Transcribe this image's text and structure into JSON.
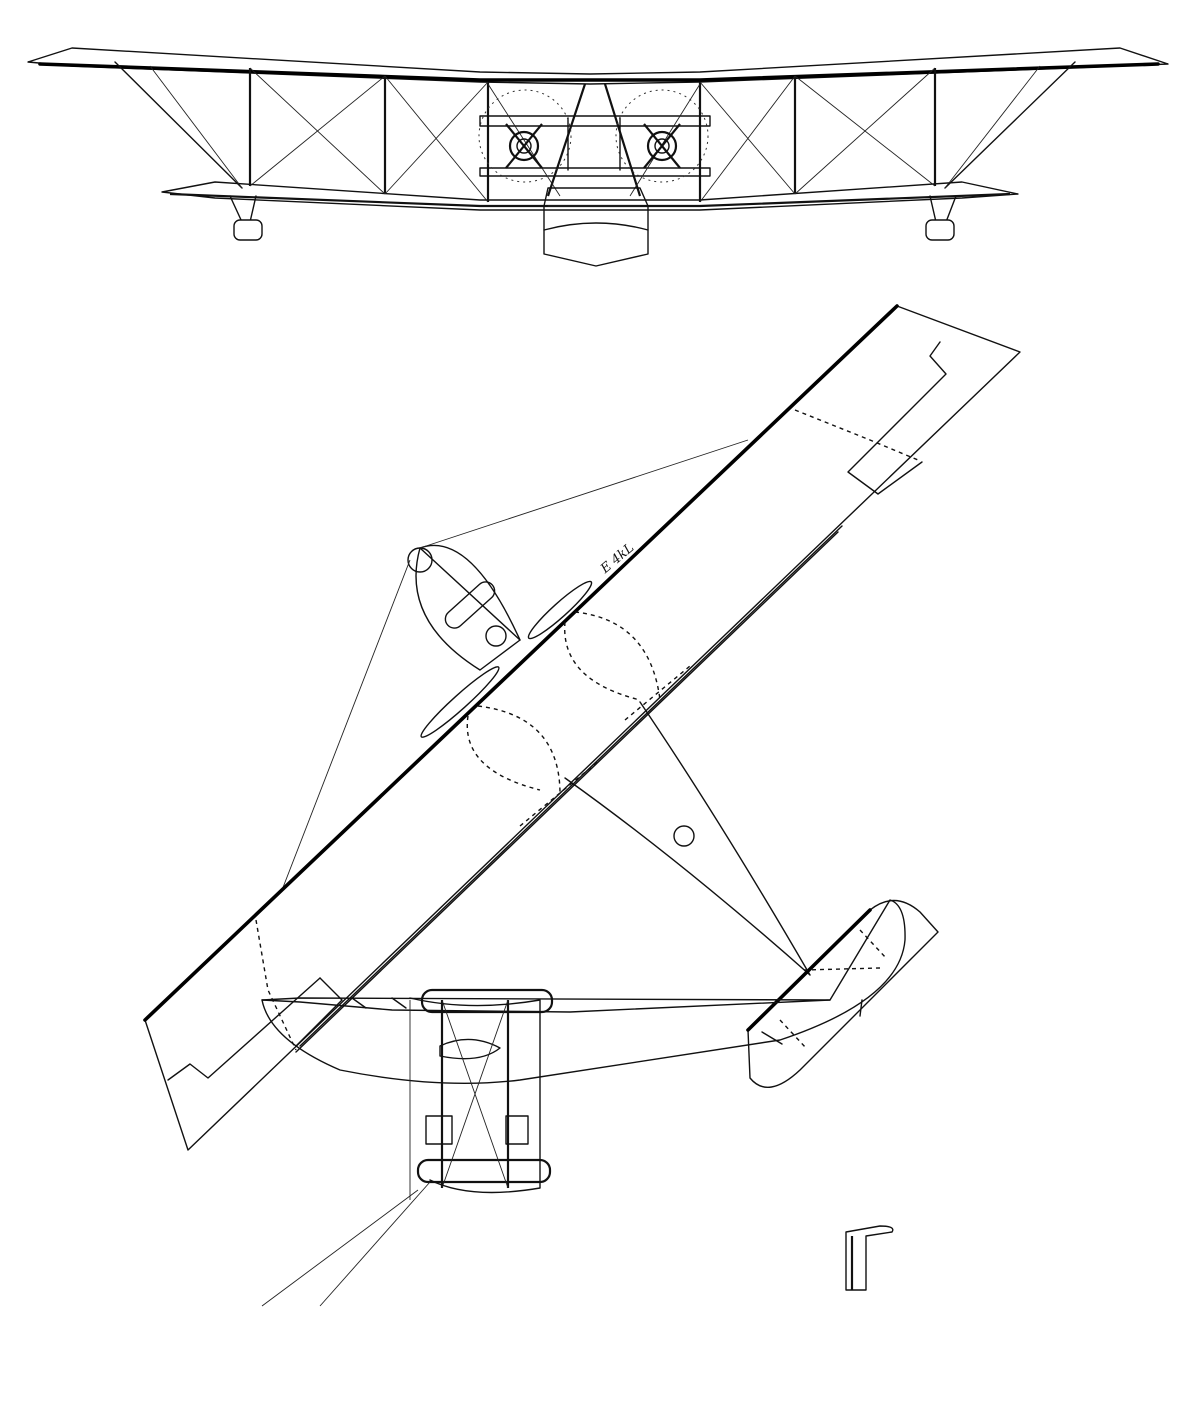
{
  "drawing": {
    "views": [
      {
        "id": "front-view"
      },
      {
        "id": "plan-view"
      },
      {
        "id": "side-view"
      }
    ],
    "handwritten_mark": "E 4kL"
  },
  "colors": {
    "ink": "#111111",
    "paper": "#ffffff"
  }
}
